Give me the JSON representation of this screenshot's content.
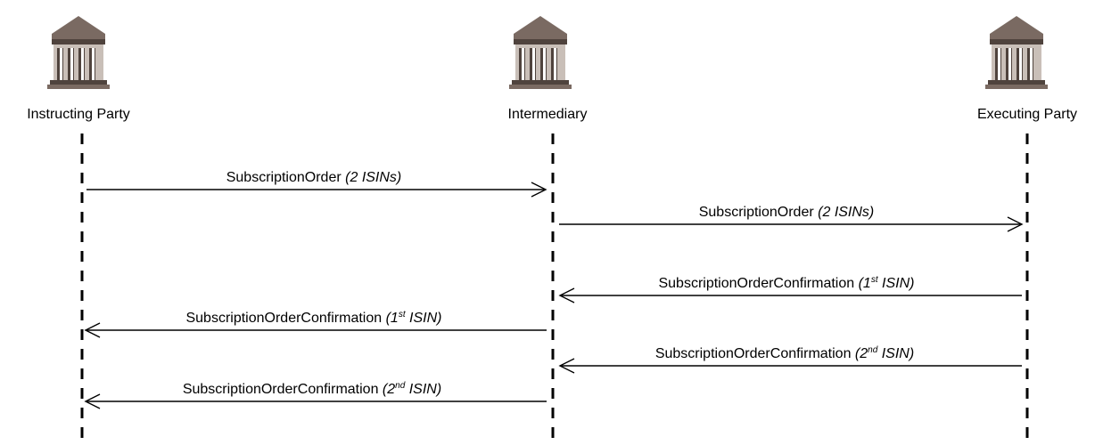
{
  "parties": [
    {
      "name": "Instructing Party",
      "icon": "bank-icon"
    },
    {
      "name": "Intermediary",
      "icon": "bank-icon"
    },
    {
      "name": "Executing Party",
      "icon": "bank-icon"
    }
  ],
  "messages": [
    {
      "from": 0,
      "to": 1,
      "label": "SubscriptionOrder",
      "detail_prefix": "(2 ISINs)",
      "superscript": "",
      "detail_suffix": ""
    },
    {
      "from": 1,
      "to": 2,
      "label": "SubscriptionOrder",
      "detail_prefix": "(2 ISINs)",
      "superscript": "",
      "detail_suffix": ""
    },
    {
      "from": 2,
      "to": 1,
      "label": "SubscriptionOrderConfirmation",
      "detail_prefix": "(1",
      "superscript": "st",
      "detail_suffix": " ISIN)"
    },
    {
      "from": 1,
      "to": 0,
      "label": "SubscriptionOrderConfirmation",
      "detail_prefix": "(1",
      "superscript": "st",
      "detail_suffix": "  ISIN)"
    },
    {
      "from": 2,
      "to": 1,
      "label": "SubscriptionOrderConfirmation",
      "detail_prefix": "(2",
      "superscript": "nd",
      "detail_suffix": " ISIN)"
    },
    {
      "from": 1,
      "to": 0,
      "label": "SubscriptionOrderConfirmation",
      "detail_prefix": "(2",
      "superscript": "nd",
      "detail_suffix": " ISIN)"
    }
  ],
  "colors": {
    "icon_roof": "#7a6a62",
    "icon_body": "#c9bfb8",
    "icon_shadow": "#4f433d",
    "line": "#000000"
  }
}
